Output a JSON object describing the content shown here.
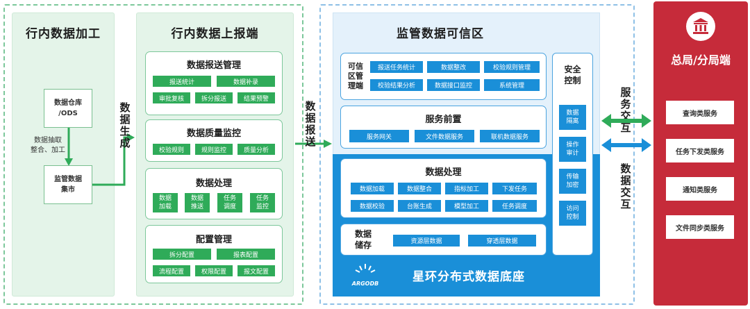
{
  "col1": {
    "title": "行内数据加工",
    "box_top": "数据仓库\n/ODS",
    "process_label": "数据抽取\n整合、加工",
    "box_bottom": "监管数据\n集市",
    "arrow_label": "数据生成"
  },
  "col2": {
    "title": "行内数据上报端",
    "panels": [
      {
        "title": "数据报送管理",
        "items": [
          "报送统计",
          "数据补录",
          "审批复核",
          "拆分报送",
          "结果预警"
        ]
      },
      {
        "title": "数据质量监控",
        "items": [
          "校验规则",
          "规则监控",
          "质量分析"
        ]
      },
      {
        "title": "数据处理",
        "items": [
          "数据\n加载",
          "数据\n推送",
          "任务\n调度",
          "任务\n监控"
        ]
      },
      {
        "title": "配置管理",
        "items": [
          "拆分配置",
          "报表配置",
          "流程配置",
          "权限配置",
          "报文配置"
        ]
      }
    ],
    "arrow_label": "数据报送"
  },
  "col3": {
    "title": "监管数据可信区",
    "trust_mgmt": {
      "title": "可信\n区管\n理端",
      "items": [
        "报送任务统计",
        "数据整改",
        "校验规则管理",
        "校验结果分析",
        "数据接口监控",
        "系统管理"
      ]
    },
    "service_front": {
      "title": "服务前置",
      "items": [
        "服务网关",
        "文件数据服务",
        "联机数据服务"
      ]
    },
    "data_process": {
      "title": "数据处理",
      "items": [
        "数据加载",
        "数据整合",
        "指标加工",
        "下发任务",
        "数据校验",
        "台账生成",
        "模型加工",
        "任务调度"
      ]
    },
    "data_store": {
      "title": "数据\n储存",
      "items": [
        "资源层数据",
        "穿透层数据"
      ]
    },
    "security": {
      "title": "安全\n控制",
      "items": [
        "数据\n隔离",
        "操作\n审计",
        "传输\n加密",
        "访问\n控制"
      ]
    },
    "base_title": "星环分布式数据底座",
    "logo_text": "ARGODB"
  },
  "interaction": {
    "service": "服务交互",
    "data": "数据交互"
  },
  "col4": {
    "title": "总局/分局端",
    "items": [
      "查询类服务",
      "任务下发类服务",
      "通知类服务",
      "文件同步类服务"
    ]
  },
  "colors": {
    "green": "#2fab59",
    "blue": "#1a8fd8",
    "red": "#c62b3a"
  }
}
